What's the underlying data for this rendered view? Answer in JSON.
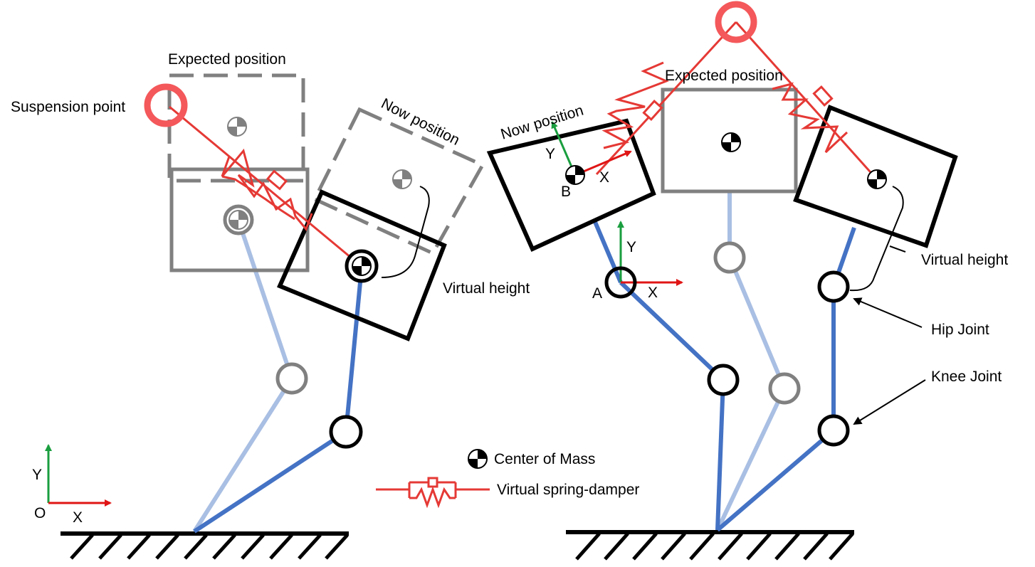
{
  "labels": {
    "suspension_point": "Suspension point",
    "expected_position": "Expected position",
    "now_position": "Now position",
    "virtual_height": "Virtual height",
    "hip_joint": "Hip Joint",
    "knee_joint": "Knee Joint",
    "center_of_mass": "Center of Mass",
    "virtual_spring_damper": "Virtual spring-damper"
  },
  "axes": {
    "origin": "O",
    "x": "X",
    "y": "Y",
    "point_a": "A",
    "point_b": "B"
  },
  "colors": {
    "spring": "#e53935",
    "suspension": "#f4585a",
    "leg_active": "#4472c4",
    "leg_ghost": "#a9bfe3",
    "ghost_gray": "#808080",
    "axis_y": "#1a9e3f",
    "axis_x": "#e01515",
    "ground": "#000000"
  }
}
